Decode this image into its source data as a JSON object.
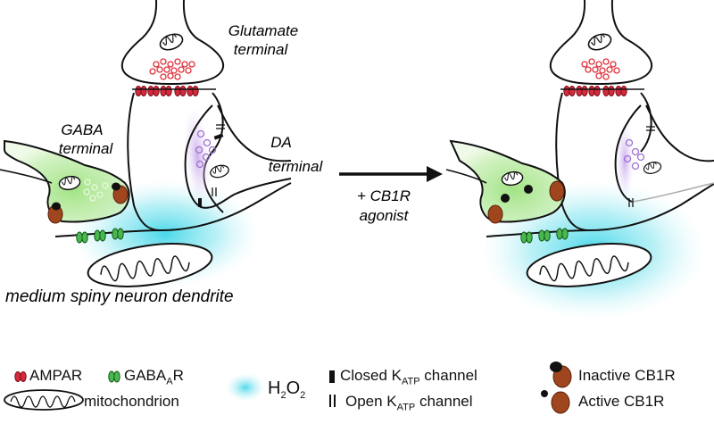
{
  "labels": {
    "glutamate_line1": "Glutamate",
    "glutamate_line2": "terminal",
    "gaba_line1": "GABA",
    "gaba_line2": "terminal",
    "da_line1": "DA",
    "da_line2": "terminal",
    "agonist_line1": "+ CB1R",
    "agonist_line2": "agonist",
    "dendrite": "medium spiny neuron dendrite"
  },
  "legend": {
    "ampar": "AMPAR",
    "gabaar_main": "GABA",
    "gabaar_sub": "A",
    "gabaar_tail": "R",
    "mitochondrion": "mitochondrion",
    "h2o2_h": "H",
    "h2o2_2a": "2",
    "h2o2_o": "O",
    "h2o2_2b": "2",
    "closed_katp_pre": "Closed K",
    "closed_katp_sub": "ATP",
    "closed_katp_post": " channel",
    "open_katp_pre": "Open K",
    "open_katp_sub": "ATP",
    "open_katp_post": " channel",
    "inactive_cb1r": "Inactive CB1R",
    "active_cb1r": "Active CB1R"
  },
  "colors": {
    "ampar": "#d42a3c",
    "gabaar": "#2f9a3a",
    "gaba_terminal_fill": "#7ccf6a",
    "da_vesicle": "#9b6fd0",
    "glut_vesicle": "#e0303a",
    "h2o2_glow": "#3fd6e8",
    "cb1r_brown": "#a0461e",
    "outline": "#111111"
  },
  "icons": [
    "ampar-icon",
    "gabaar-icon",
    "mitochondrion-icon",
    "h2o2-cloud-icon",
    "closed-katp-icon",
    "open-katp-icon",
    "inactive-cb1r-icon",
    "active-cb1r-icon",
    "arrow-right-icon"
  ]
}
